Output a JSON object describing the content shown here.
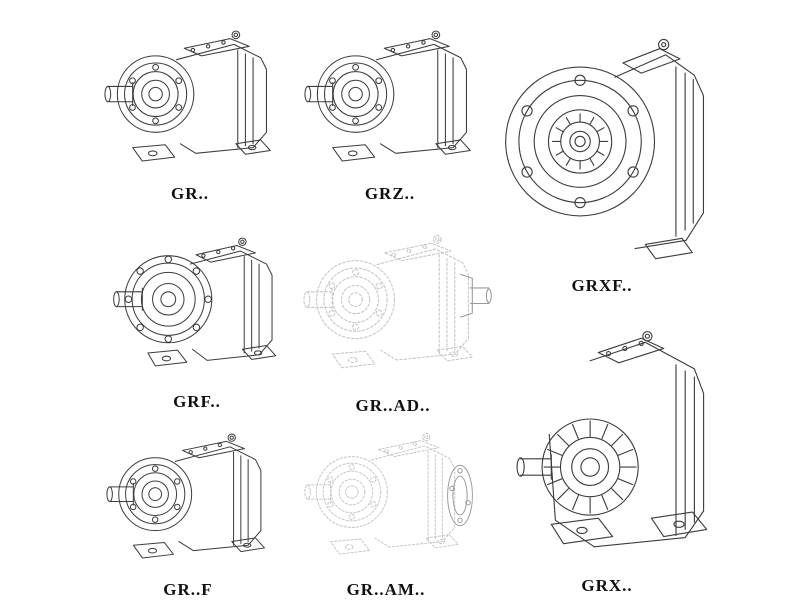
{
  "page": {
    "background_color": "#ffffff",
    "drawing_stroke_color": "#3d3d3d",
    "faded_drawing_stroke_color": "#c6c6c6"
  },
  "products": [
    {
      "label": "GR..",
      "icon": "foot-mounted-gear-unit-drawing"
    },
    {
      "label": "GRZ..",
      "icon": "foot-mounted-gear-unit-drawing"
    },
    {
      "label": "GRXF..",
      "icon": "flange-mounted-gear-unit-front-drawing"
    },
    {
      "label": "GRF..",
      "icon": "flange-foot-gear-unit-drawing"
    },
    {
      "label": "GR..AD..",
      "icon": "gear-unit-with-input-adapter-drawing-faded"
    },
    {
      "label": "GR..F",
      "icon": "foot-mounted-gear-unit-drawing"
    },
    {
      "label": "GR..AM..",
      "icon": "gear-unit-with-motor-flange-drawing-faded"
    },
    {
      "label": "GRX..",
      "icon": "large-foot-mounted-gear-unit-drawing"
    }
  ]
}
